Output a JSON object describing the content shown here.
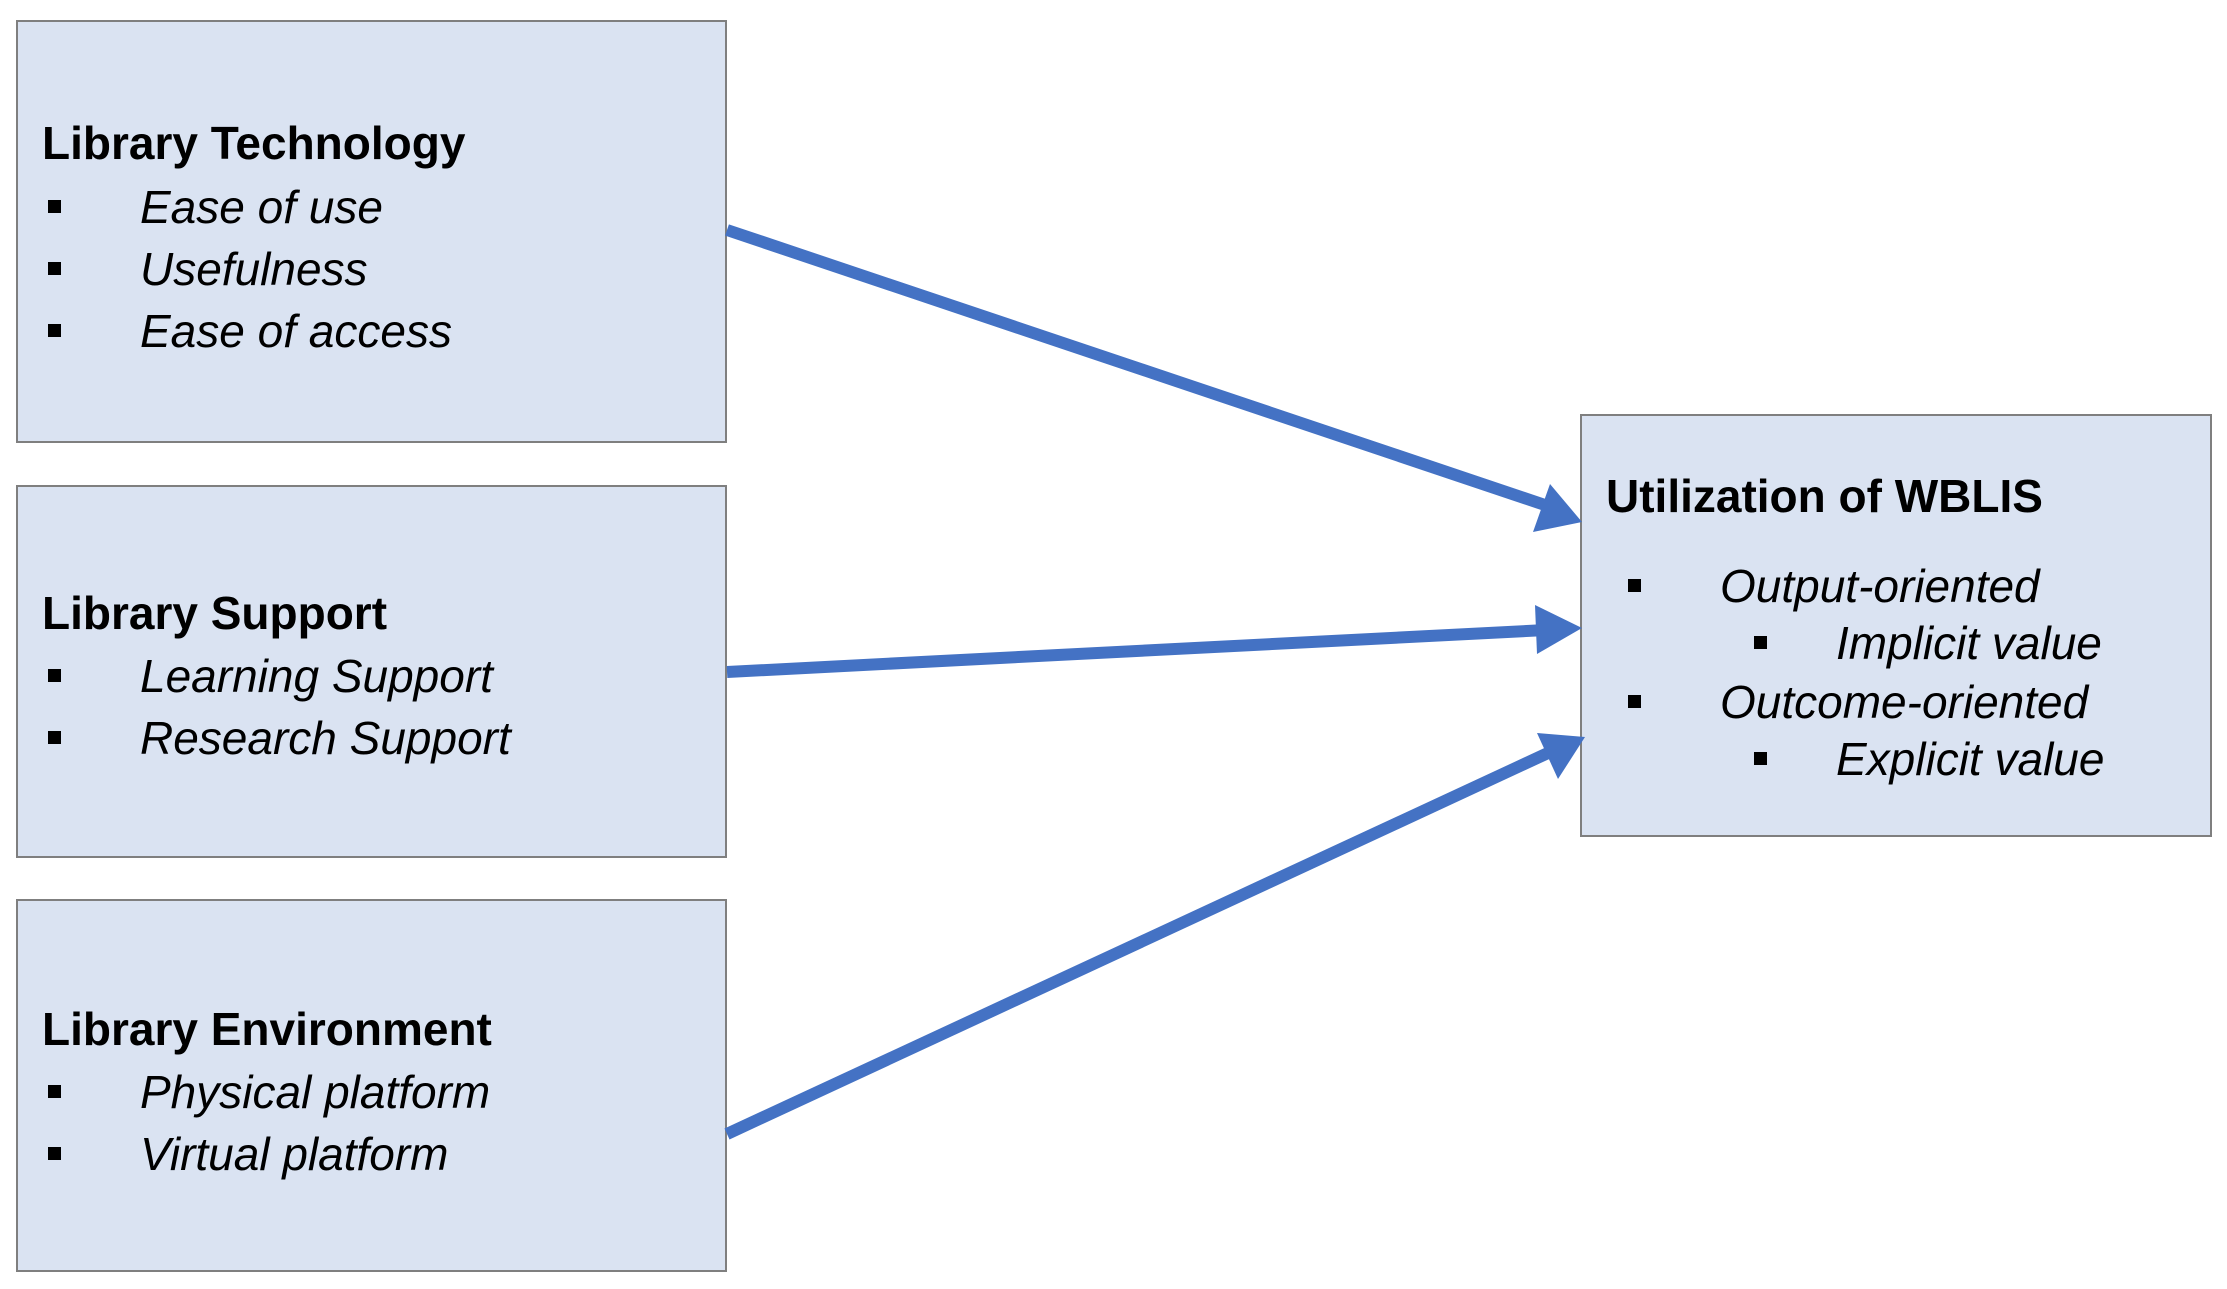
{
  "colors": {
    "box_fill": "#dae3f2",
    "box_border": "#7f7f7f",
    "arrow": "#4472c4"
  },
  "boxes": {
    "technology": {
      "title": "Library Technology",
      "items": [
        "Ease of use",
        "Usefulness",
        "Ease of access"
      ]
    },
    "support": {
      "title": "Library Support",
      "items": [
        "Learning Support",
        "Research Support"
      ]
    },
    "environment": {
      "title": "Library Environment",
      "items": [
        "Physical platform",
        "Virtual platform"
      ]
    },
    "utilization": {
      "title": "Utilization of WBLIS",
      "items": [
        {
          "label": "Output-oriented",
          "sub": "Implicit value"
        },
        {
          "label": "Outcome-oriented",
          "sub": "Explicit value"
        }
      ]
    }
  },
  "edges": [
    {
      "from": "technology",
      "to": "utilization"
    },
    {
      "from": "support",
      "to": "utilization"
    },
    {
      "from": "environment",
      "to": "utilization"
    }
  ]
}
